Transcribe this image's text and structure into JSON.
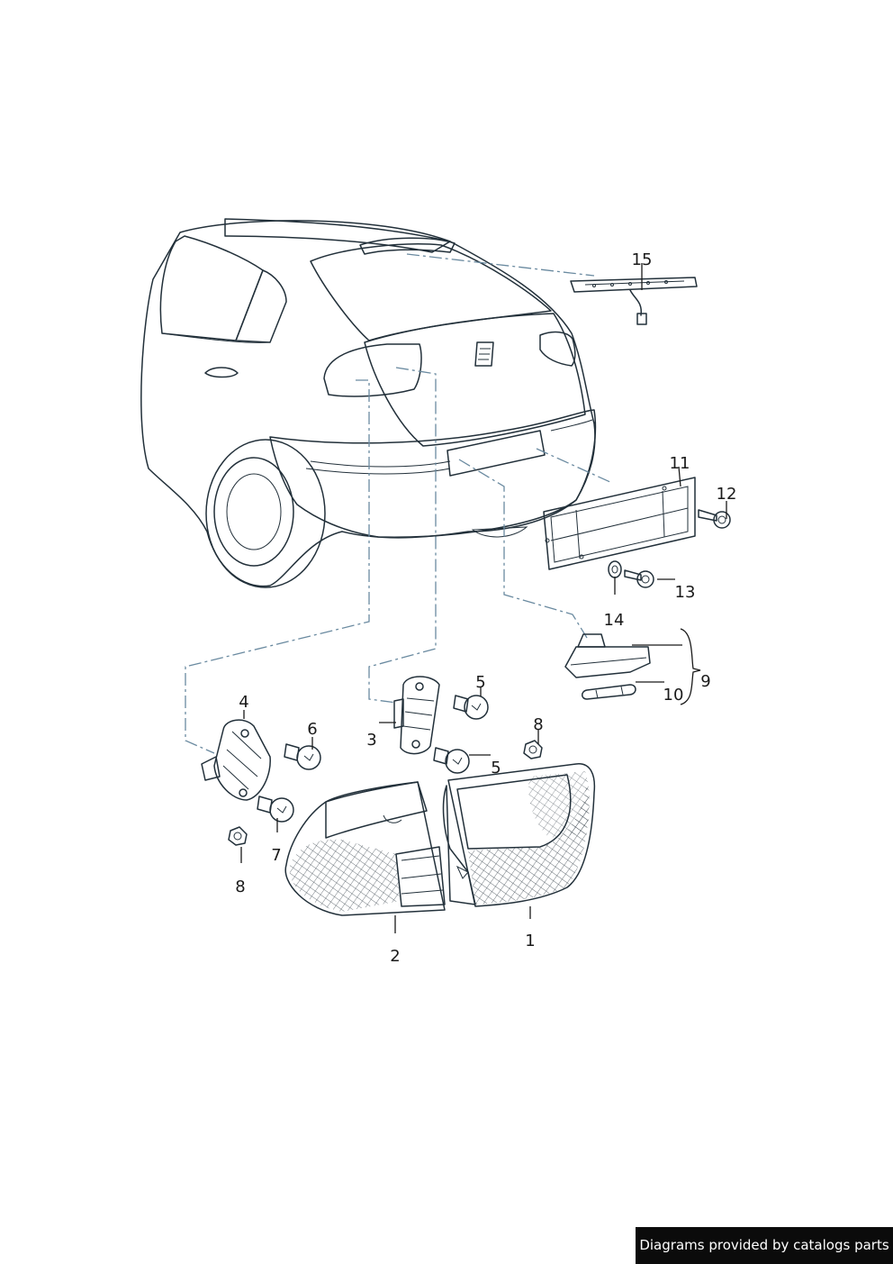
{
  "callouts": {
    "p1": "1",
    "p2": "2",
    "p3": "3",
    "p4": "4",
    "p5a": "5",
    "p5b": "5",
    "p6": "6",
    "p7": "7",
    "p8a": "8",
    "p8b": "8",
    "p9": "9",
    "p10": "10",
    "p11": "11",
    "p12": "12",
    "p13": "13",
    "p14": "14",
    "p15": "15"
  },
  "credit": "Diagrams provided by catalogs parts",
  "colors": {
    "body_light": "#dfe8ee",
    "body_mid": "#b6c8d3",
    "body_dark": "#8faab9",
    "part_dark": "#6f8696",
    "lens_light": "#d9e4ea",
    "outline": "#22303a"
  }
}
